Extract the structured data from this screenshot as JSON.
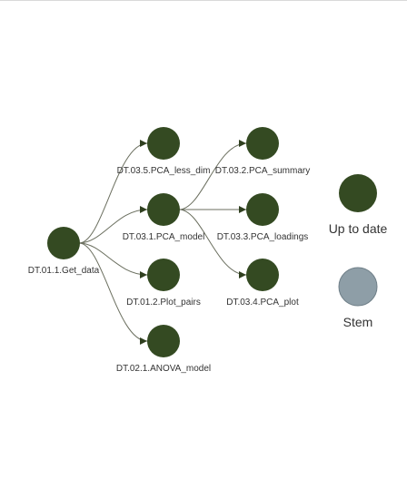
{
  "colors": {
    "up_to_date": "#344a22",
    "stem": "#8e9ea7",
    "stem_border": "#6f7f88",
    "edge": "#6b6f5f",
    "arrow": "#2f3f1f"
  },
  "graph": {
    "nodes": [
      {
        "id": "get_data",
        "label": "DT.01.1.Get_data",
        "status": "up_to_date"
      },
      {
        "id": "pca_less_dim",
        "label": "DT.03.5.PCA_less_dim",
        "status": "up_to_date"
      },
      {
        "id": "pca_model",
        "label": "DT.03.1.PCA_model",
        "status": "up_to_date"
      },
      {
        "id": "plot_pairs",
        "label": "DT.01.2.Plot_pairs",
        "status": "up_to_date"
      },
      {
        "id": "anova_model",
        "label": "DT.02.1.ANOVA_model",
        "status": "up_to_date"
      },
      {
        "id": "pca_summary",
        "label": "DT.03.2.PCA_summary",
        "status": "up_to_date"
      },
      {
        "id": "pca_loadings",
        "label": "DT.03.3.PCA_loadings",
        "status": "up_to_date"
      },
      {
        "id": "pca_plot",
        "label": "DT.03.4.PCA_plot",
        "status": "up_to_date"
      }
    ],
    "edges": [
      {
        "from": "get_data",
        "to": "pca_less_dim"
      },
      {
        "from": "get_data",
        "to": "pca_model"
      },
      {
        "from": "get_data",
        "to": "plot_pairs"
      },
      {
        "from": "get_data",
        "to": "anova_model"
      },
      {
        "from": "pca_model",
        "to": "pca_summary"
      },
      {
        "from": "pca_model",
        "to": "pca_loadings"
      },
      {
        "from": "pca_model",
        "to": "pca_plot"
      }
    ]
  },
  "legend": {
    "items": [
      {
        "status": "up_to_date",
        "label": "Up to date"
      },
      {
        "status": "stem",
        "label": "Stem"
      }
    ]
  }
}
